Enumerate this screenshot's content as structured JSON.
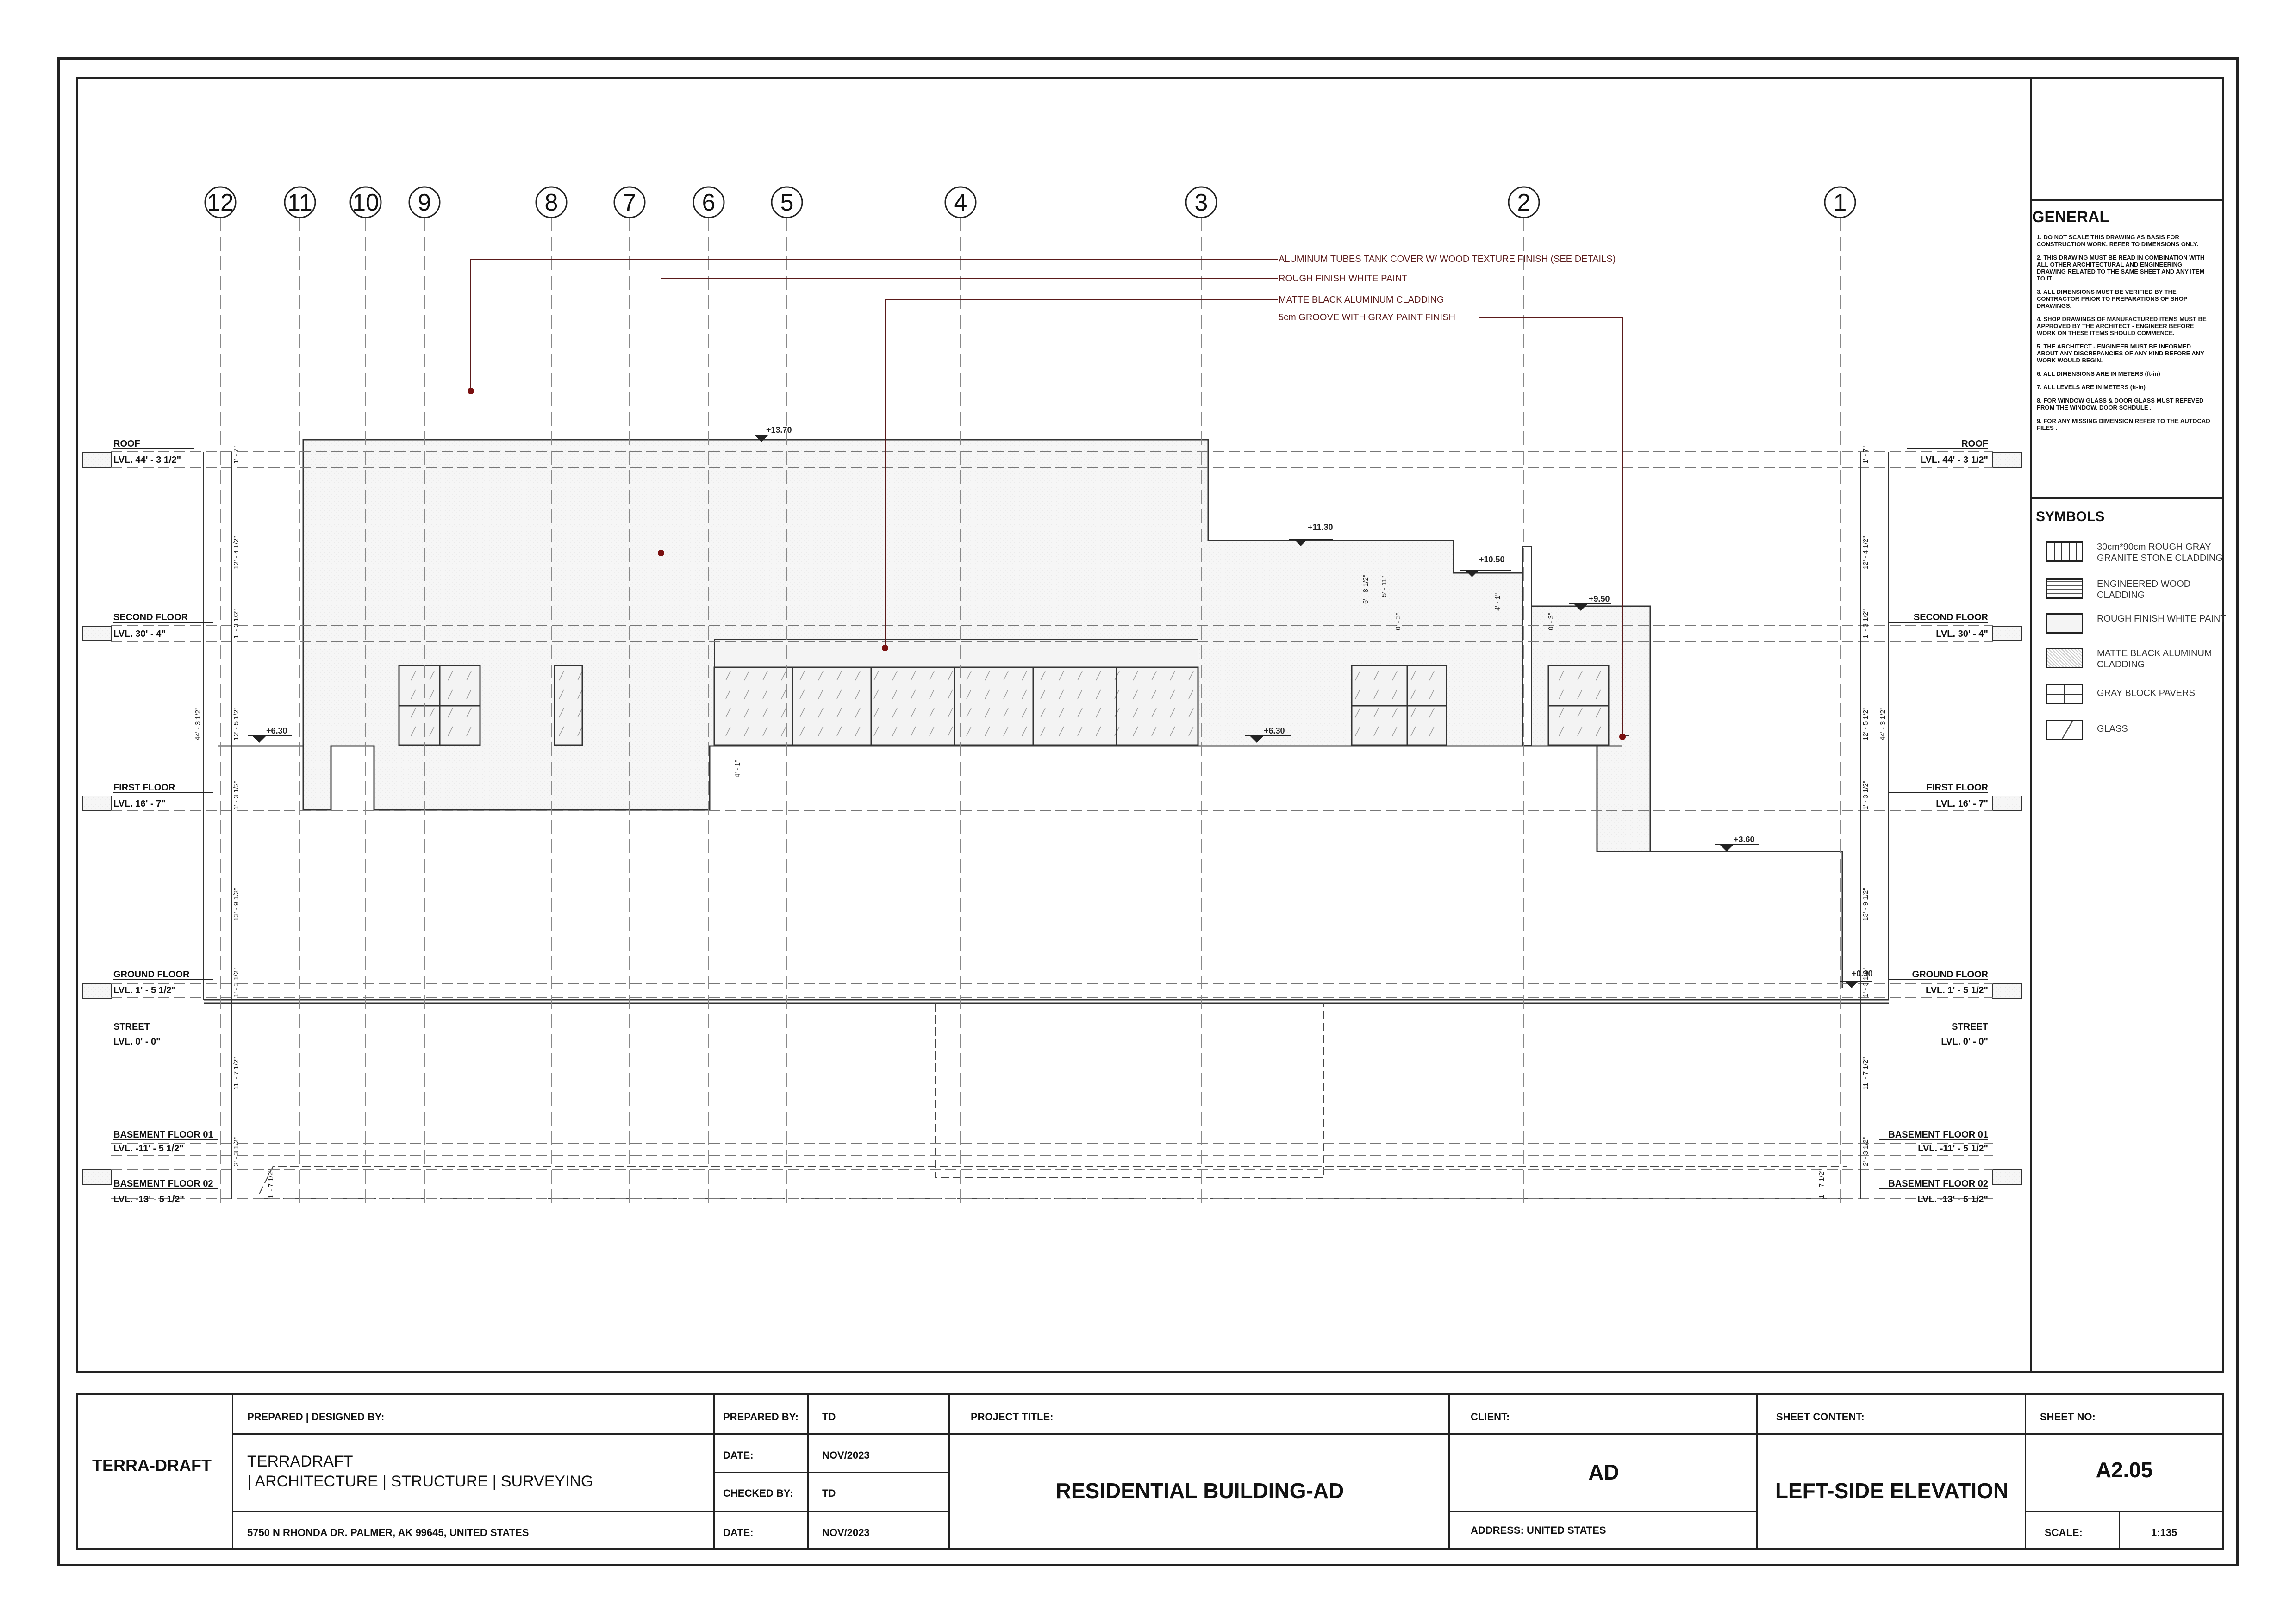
{
  "annotations": [
    "ALUMINUM TUBES TANK COVER W/ WOOD TEXTURE FINISH (SEE DETAILS)",
    "ROUGH FINISH WHITE PAINT",
    "MATTE BLACK ALUMINUM CLADDING",
    "5cm GROOVE WITH GRAY PAINT FINISH"
  ],
  "gridlines": [
    "12",
    "11",
    "10",
    "9",
    "8",
    "7",
    "6",
    "5",
    "4",
    "3",
    "2",
    "1"
  ],
  "levels": [
    {
      "name": "ROOF",
      "value": "LVL.  44' - 3 1/2\""
    },
    {
      "name": "SECOND FLOOR",
      "value": "LVL.  30' - 4\""
    },
    {
      "name": "FIRST FLOOR",
      "value": "LVL.  16' - 7\""
    },
    {
      "name": "GROUND FLOOR",
      "value": "LVL.  1' - 5 1/2\""
    },
    {
      "name": "STREET",
      "value": "LVL.  0' - 0\""
    },
    {
      "name": "BASEMENT FLOOR 01",
      "value": "LVL.  -11' - 5 1/2\""
    },
    {
      "name": "BASEMENT FLOOR 02",
      "value": "LVL.  -13' - 5 1/2\""
    }
  ],
  "spot_levels": [
    "+13.70",
    "+11.30",
    "+10.50",
    "+9.50",
    "+6.30",
    "+6.30",
    "+3.60",
    "+0.30"
  ],
  "left_dims": [
    "1' - 7\"",
    "12' - 4 1/2\"",
    "1' - 3 1/2\"",
    "12' - 5 1/2\"",
    "44' - 3 1/2\"",
    "1' - 3 1/2\"",
    "13' - 9 1/2\"",
    "1' - 3 1/2\"",
    "11' - 7 1/2\"",
    "2' - 3 1/2\"",
    "1' - 7 1/2\""
  ],
  "right_dims": [
    "1' - 7\"",
    "12' - 4 1/2\"",
    "1' - 3 1/2\"",
    "12' - 5 1/2\"",
    "44' - 3 1/2\"",
    "1' - 3 1/2\"",
    "13' - 9 1/2\"",
    "1' - 3 1/2\"",
    "11' - 7 1/2\"",
    "2' - 3 1/2\"",
    "1' - 7 1/2\""
  ],
  "mid_dims": [
    "6' - 8 1/2\"",
    "5' - 11\"",
    "4' - 1\"",
    "0' - 3\"",
    "0' - 3\"",
    "4' - 1\""
  ],
  "general": {
    "title": "GENERAL",
    "notes": [
      "1. DO NOT SCALE THIS DRAWING AS BASIS FOR CONSTRUCTION WORK. REFER TO DIMENSIONS ONLY.",
      "2. THIS DRAWING MUST BE READ IN COMBINATION WITH ALL OTHER ARCHITECTURAL AND ENGINEERING DRAWING RELATED TO THE SAME SHEET AND ANY ITEM TO IT.",
      "3. ALL DIMENSIONS MUST BE VERIFIED BY THE CONTRACTOR PRIOR TO PREPARATIONS OF SHOP DRAWINGS.",
      "4. SHOP DRAWINGS OF MANUFACTURED ITEMS MUST BE APPROVED BY THE ARCHITECT - ENGINEER BEFORE WORK ON THESE ITEMS SHOULD COMMENCE.",
      "5. THE ARCHITECT - ENGINEER MUST BE INFORMED ABOUT ANY DISCREPANCIES OF ANY KIND BEFORE ANY WORK WOULD BEGIN.",
      "6. ALL DIMENSIONS ARE IN METERS (ft-in)",
      "7. ALL LEVELS ARE IN METERS (ft-in)",
      "8. FOR WINDOW GLASS & DOOR GLASS MUST REFEVED FROM THE WINDOW, DOOR SCHDULE .",
      "9. FOR ANY MISSING DIMENSION REFER TO THE AUTOCAD FILES ."
    ]
  },
  "symbols": {
    "title": "SYMBOLS",
    "items": [
      {
        "label": "30cm*90cm ROUGH GRAY GRANITE STONE CLADDING",
        "icon": "granite-cladding-icon"
      },
      {
        "label": "ENGINEERED WOOD CLADDING",
        "icon": "wood-cladding-icon"
      },
      {
        "label": "ROUGH FINISH WHITE PAINT",
        "icon": "white-paint-icon"
      },
      {
        "label": "MATTE BLACK ALUMINUM CLADDING",
        "icon": "aluminum-cladding-icon"
      },
      {
        "label": "GRAY BLOCK PAVERS",
        "icon": "block-pavers-icon"
      },
      {
        "label": "GLASS",
        "icon": "glass-icon"
      }
    ]
  },
  "title_block": {
    "firm_logo": "TERRA-DRAFT",
    "prepared_designed_label": "PREPARED | DESIGNED  BY:",
    "firm_name": "TERRADRAFT",
    "firm_services": "| ARCHITECTURE | STRUCTURE | SURVEYING",
    "firm_address": "5750 N RHONDA DR. PALMER, AK 99645, UNITED STATES",
    "prepared_by_label": "PREPARED BY:",
    "prepared_by": "TD",
    "date_label": "DATE:",
    "date": "NOV/2023",
    "checked_by_label": "CHECKED BY:",
    "checked_by": "TD",
    "date2_label": "DATE:",
    "date2": "NOV/2023",
    "project_title_label": "PROJECT TITLE:",
    "project_title": "RESIDENTIAL BUILDING-AD",
    "client_label": "CLIENT:",
    "client": "AD",
    "client_address": "ADDRESS: UNITED STATES",
    "sheet_content_label": "SHEET CONTENT:",
    "sheet_content": "LEFT-SIDE ELEVATION",
    "sheet_no_label": "SHEET NO:",
    "sheet_no": "A2.05",
    "scale_label": "SCALE:",
    "scale": "1:135"
  }
}
